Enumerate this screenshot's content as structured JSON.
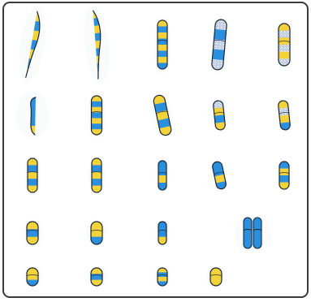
{
  "figure": {
    "description_type": "banded chromosome spread",
    "rows": 5,
    "counts_per_row": [
      5,
      5,
      5,
      4,
      4
    ]
  },
  "colors": {
    "border": "#3b3b3b",
    "yellow": "#f3d23b",
    "blue": "#2b8fe0",
    "outline": "#1d2732",
    "stipple": "#5d7fae",
    "shadow": "#dbe4ef"
  },
  "rows": [
    {
      "name": "row-1",
      "items": [
        {
          "name": "chromosome-1",
          "kind": "long-curved-left",
          "bands": [
            "yellow",
            "blue",
            "yellow",
            "blue",
            "yellow",
            "blue",
            "yellow"
          ]
        },
        {
          "name": "chromosome-2",
          "kind": "long-curved-right",
          "bands": [
            "yellow",
            "blue",
            "yellow",
            "blue",
            "yellow",
            "blue",
            "yellow",
            "blue",
            "yellow"
          ]
        },
        {
          "name": "chromosome-3",
          "kind": "medium-straight",
          "bands": [
            "yellow",
            "blue",
            "yellow",
            "blue",
            "yellow",
            "blue",
            "yellow",
            "blue"
          ]
        },
        {
          "name": "chromosome-4",
          "kind": "stippled-long",
          "bands": [
            "stipple",
            "blue",
            "stipple",
            "blue",
            "stipple"
          ]
        },
        {
          "name": "chromosome-5",
          "kind": "stippled-short",
          "bands": [
            "yellow",
            "stipple",
            "yellow",
            "stipple",
            "yellow",
            "stipple"
          ]
        }
      ]
    },
    {
      "name": "row-2",
      "items": [
        {
          "name": "chromosome-6",
          "kind": "hook",
          "bands": [
            "blue",
            "blue",
            "blue",
            "yellow"
          ]
        },
        {
          "name": "chromosome-7",
          "kind": "banded-medium",
          "bands": [
            "yellow",
            "blue",
            "yellow",
            "blue",
            "yellow",
            "blue",
            "yellow"
          ]
        },
        {
          "name": "chromosome-8",
          "kind": "tilted-medium",
          "bands": [
            "yellow",
            "blue",
            "yellow",
            "blue",
            "yellow"
          ]
        },
        {
          "name": "chromosome-9",
          "kind": "small-stippled",
          "bands": [
            "stipple",
            "yellow",
            "blue",
            "yellow"
          ]
        },
        {
          "name": "chromosome-10",
          "kind": "small-stippled",
          "bands": [
            "yellow",
            "stipple",
            "yellow",
            "blue"
          ]
        }
      ]
    },
    {
      "name": "row-3",
      "items": [
        {
          "name": "chromosome-11",
          "kind": "compact-medium",
          "bands": [
            "yellow",
            "blue",
            "yellow",
            "blue",
            "yellow"
          ]
        },
        {
          "name": "chromosome-12",
          "kind": "compact-medium",
          "bands": [
            "yellow",
            "blue",
            "yellow",
            "blue",
            "yellow"
          ]
        },
        {
          "name": "chromosome-13",
          "kind": "blue-medium",
          "bands": [
            "blue",
            "blue",
            "yellow",
            "blue"
          ]
        },
        {
          "name": "chromosome-14",
          "kind": "blue-tilted",
          "bands": [
            "blue",
            "blue",
            "yellow",
            "blue"
          ]
        },
        {
          "name": "chromosome-15",
          "kind": "blue-stacked",
          "bands": [
            "blue",
            "yellow",
            "blue",
            "yellow"
          ]
        }
      ]
    },
    {
      "name": "row-4",
      "items": [
        {
          "name": "chromosome-16",
          "kind": "short-yellow",
          "bands": [
            "yellow",
            "blue",
            "yellow"
          ]
        },
        {
          "name": "chromosome-17",
          "kind": "short-yellow",
          "bands": [
            "yellow",
            "yellow",
            "blue"
          ]
        },
        {
          "name": "chromosome-18",
          "kind": "short-blue",
          "bands": [
            "blue",
            "blue",
            "yellow"
          ]
        },
        {
          "name": "chromosome-19",
          "kind": "double-blue",
          "bands": [
            "blue",
            "blue"
          ]
        }
      ]
    },
    {
      "name": "row-5",
      "items": [
        {
          "name": "chromosome-20",
          "kind": "tiny-yellow",
          "bands": [
            "yellow",
            "yellow",
            "blue"
          ]
        },
        {
          "name": "chromosome-21",
          "kind": "tiny-yellow",
          "bands": [
            "yellow",
            "blue",
            "yellow"
          ]
        },
        {
          "name": "chromosome-22",
          "kind": "tiny-mixed",
          "bands": [
            "yellow",
            "blue",
            "yellow",
            "blue"
          ]
        },
        {
          "name": "chromosome-23",
          "kind": "tiny-yellow",
          "bands": [
            "yellow",
            "yellow"
          ]
        }
      ]
    }
  ]
}
